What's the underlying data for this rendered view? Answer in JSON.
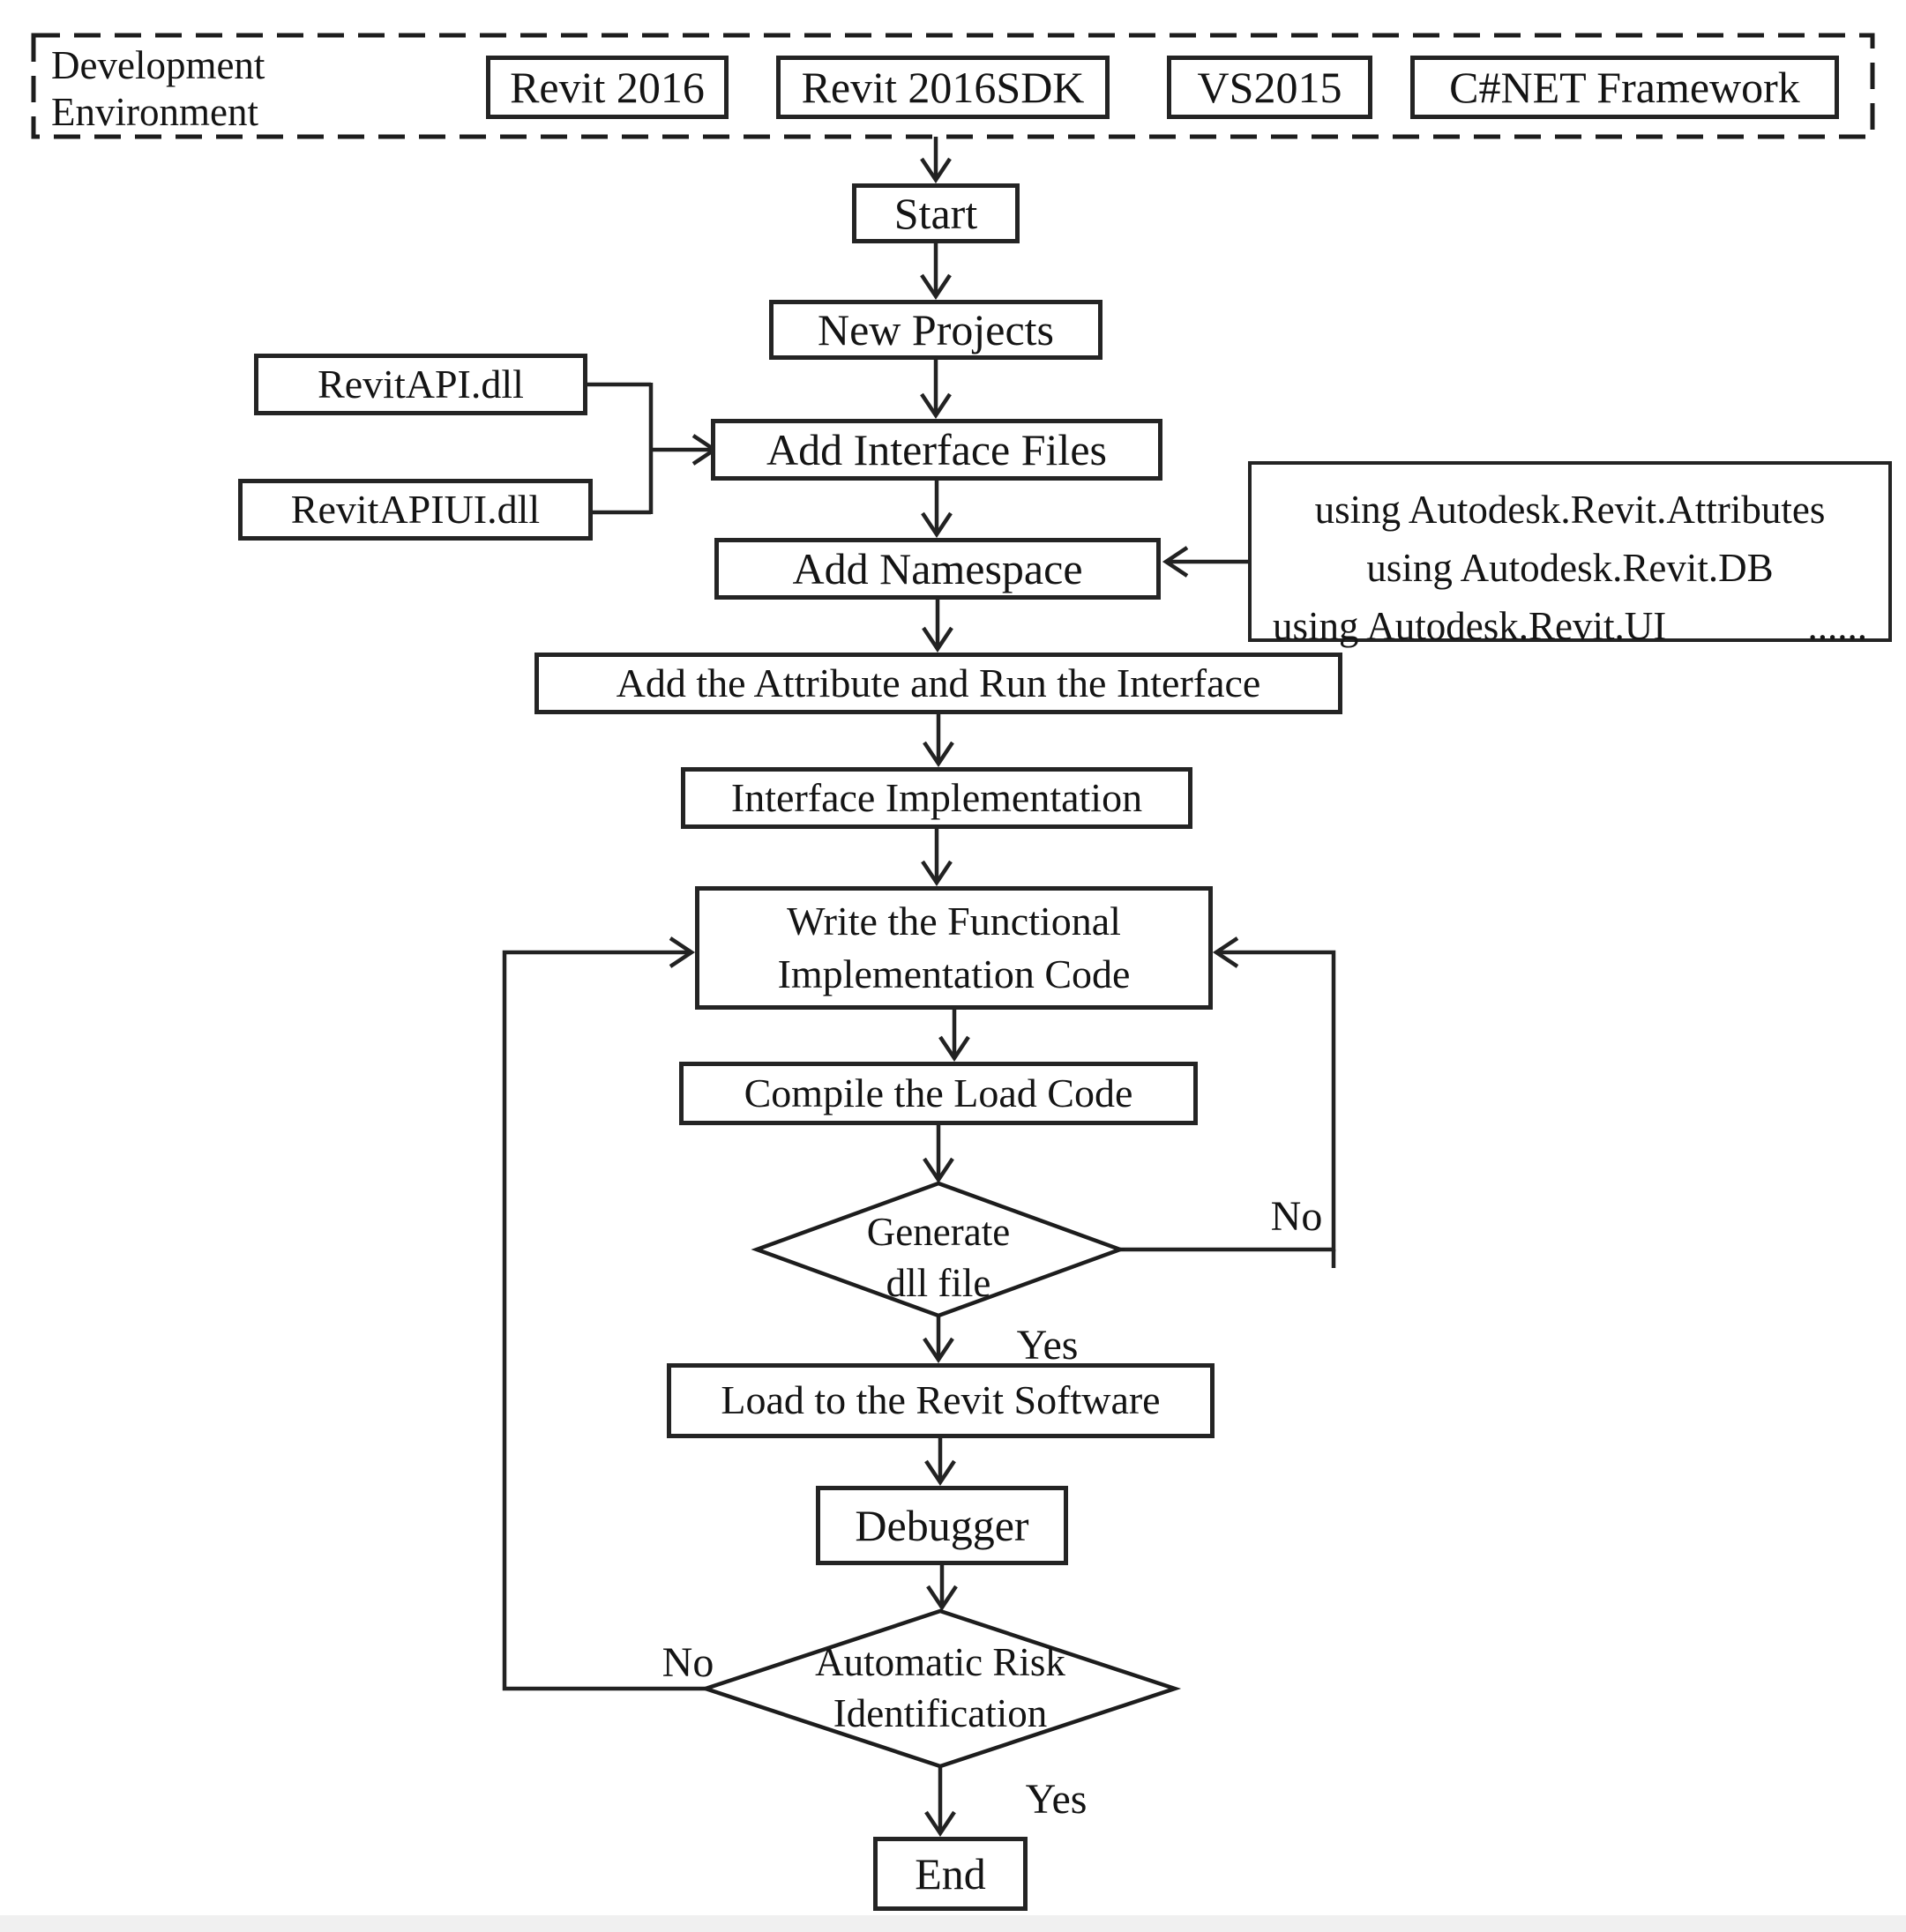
{
  "environment": {
    "label": [
      "Development",
      "Environment"
    ],
    "tools": [
      "Revit 2016",
      "Revit 2016SDK",
      "VS2015",
      "C#NET Framework"
    ]
  },
  "nodes": {
    "start": "Start",
    "new_projects": "New Projects",
    "revit_api": "RevitAPI.dll",
    "revit_api_ui": "RevitAPIUI.dll",
    "add_interface_files": "Add Interface Files",
    "add_namespace": "Add Namespace",
    "add_attribute_run_interface": "Add the Attribute and Run the Interface",
    "interface_implementation": "Interface Implementation",
    "write_functional_code": [
      "Write the Functional",
      "Implementation Code"
    ],
    "compile_load_code": "Compile the Load Code",
    "generate_dll": [
      "Generate",
      "dll file"
    ],
    "load_to_revit": "Load to the Revit Software",
    "debugger": "Debugger",
    "automatic_risk_identification": [
      "Automatic Risk",
      "Identification"
    ],
    "end": "End"
  },
  "code_note": {
    "line1": "using Autodesk.Revit.Attributes",
    "line2": "using Autodesk.Revit.DB",
    "line3": "using Autodesk.Revit.UI",
    "line3_dots": "......"
  },
  "edge_labels": {
    "generate_dll_no": "No",
    "generate_dll_yes": "Yes",
    "risk_no": "No",
    "risk_yes": "Yes"
  },
  "colors": {
    "stroke": "#222222",
    "text": "#141414",
    "background": "#ffffff",
    "footer_band": "#f0f0f0"
  }
}
